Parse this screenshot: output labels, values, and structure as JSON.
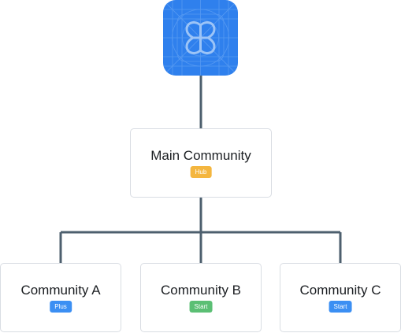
{
  "diagram": {
    "logo": {
      "icon": "community-logo-icon",
      "color": "#2f80ed"
    },
    "root": {
      "title": "Main Community",
      "badge": "Hub",
      "badge_color": "#f4b63f"
    },
    "children": [
      {
        "title": "Community A",
        "badge": "Plus",
        "badge_color": "#3b8ff3"
      },
      {
        "title": "Community B",
        "badge": "Start",
        "badge_color": "#5bbf74"
      },
      {
        "title": "Community C",
        "badge": "Start",
        "badge_color": "#3b8ff3"
      }
    ],
    "connector_color": "#4d5f6e"
  }
}
